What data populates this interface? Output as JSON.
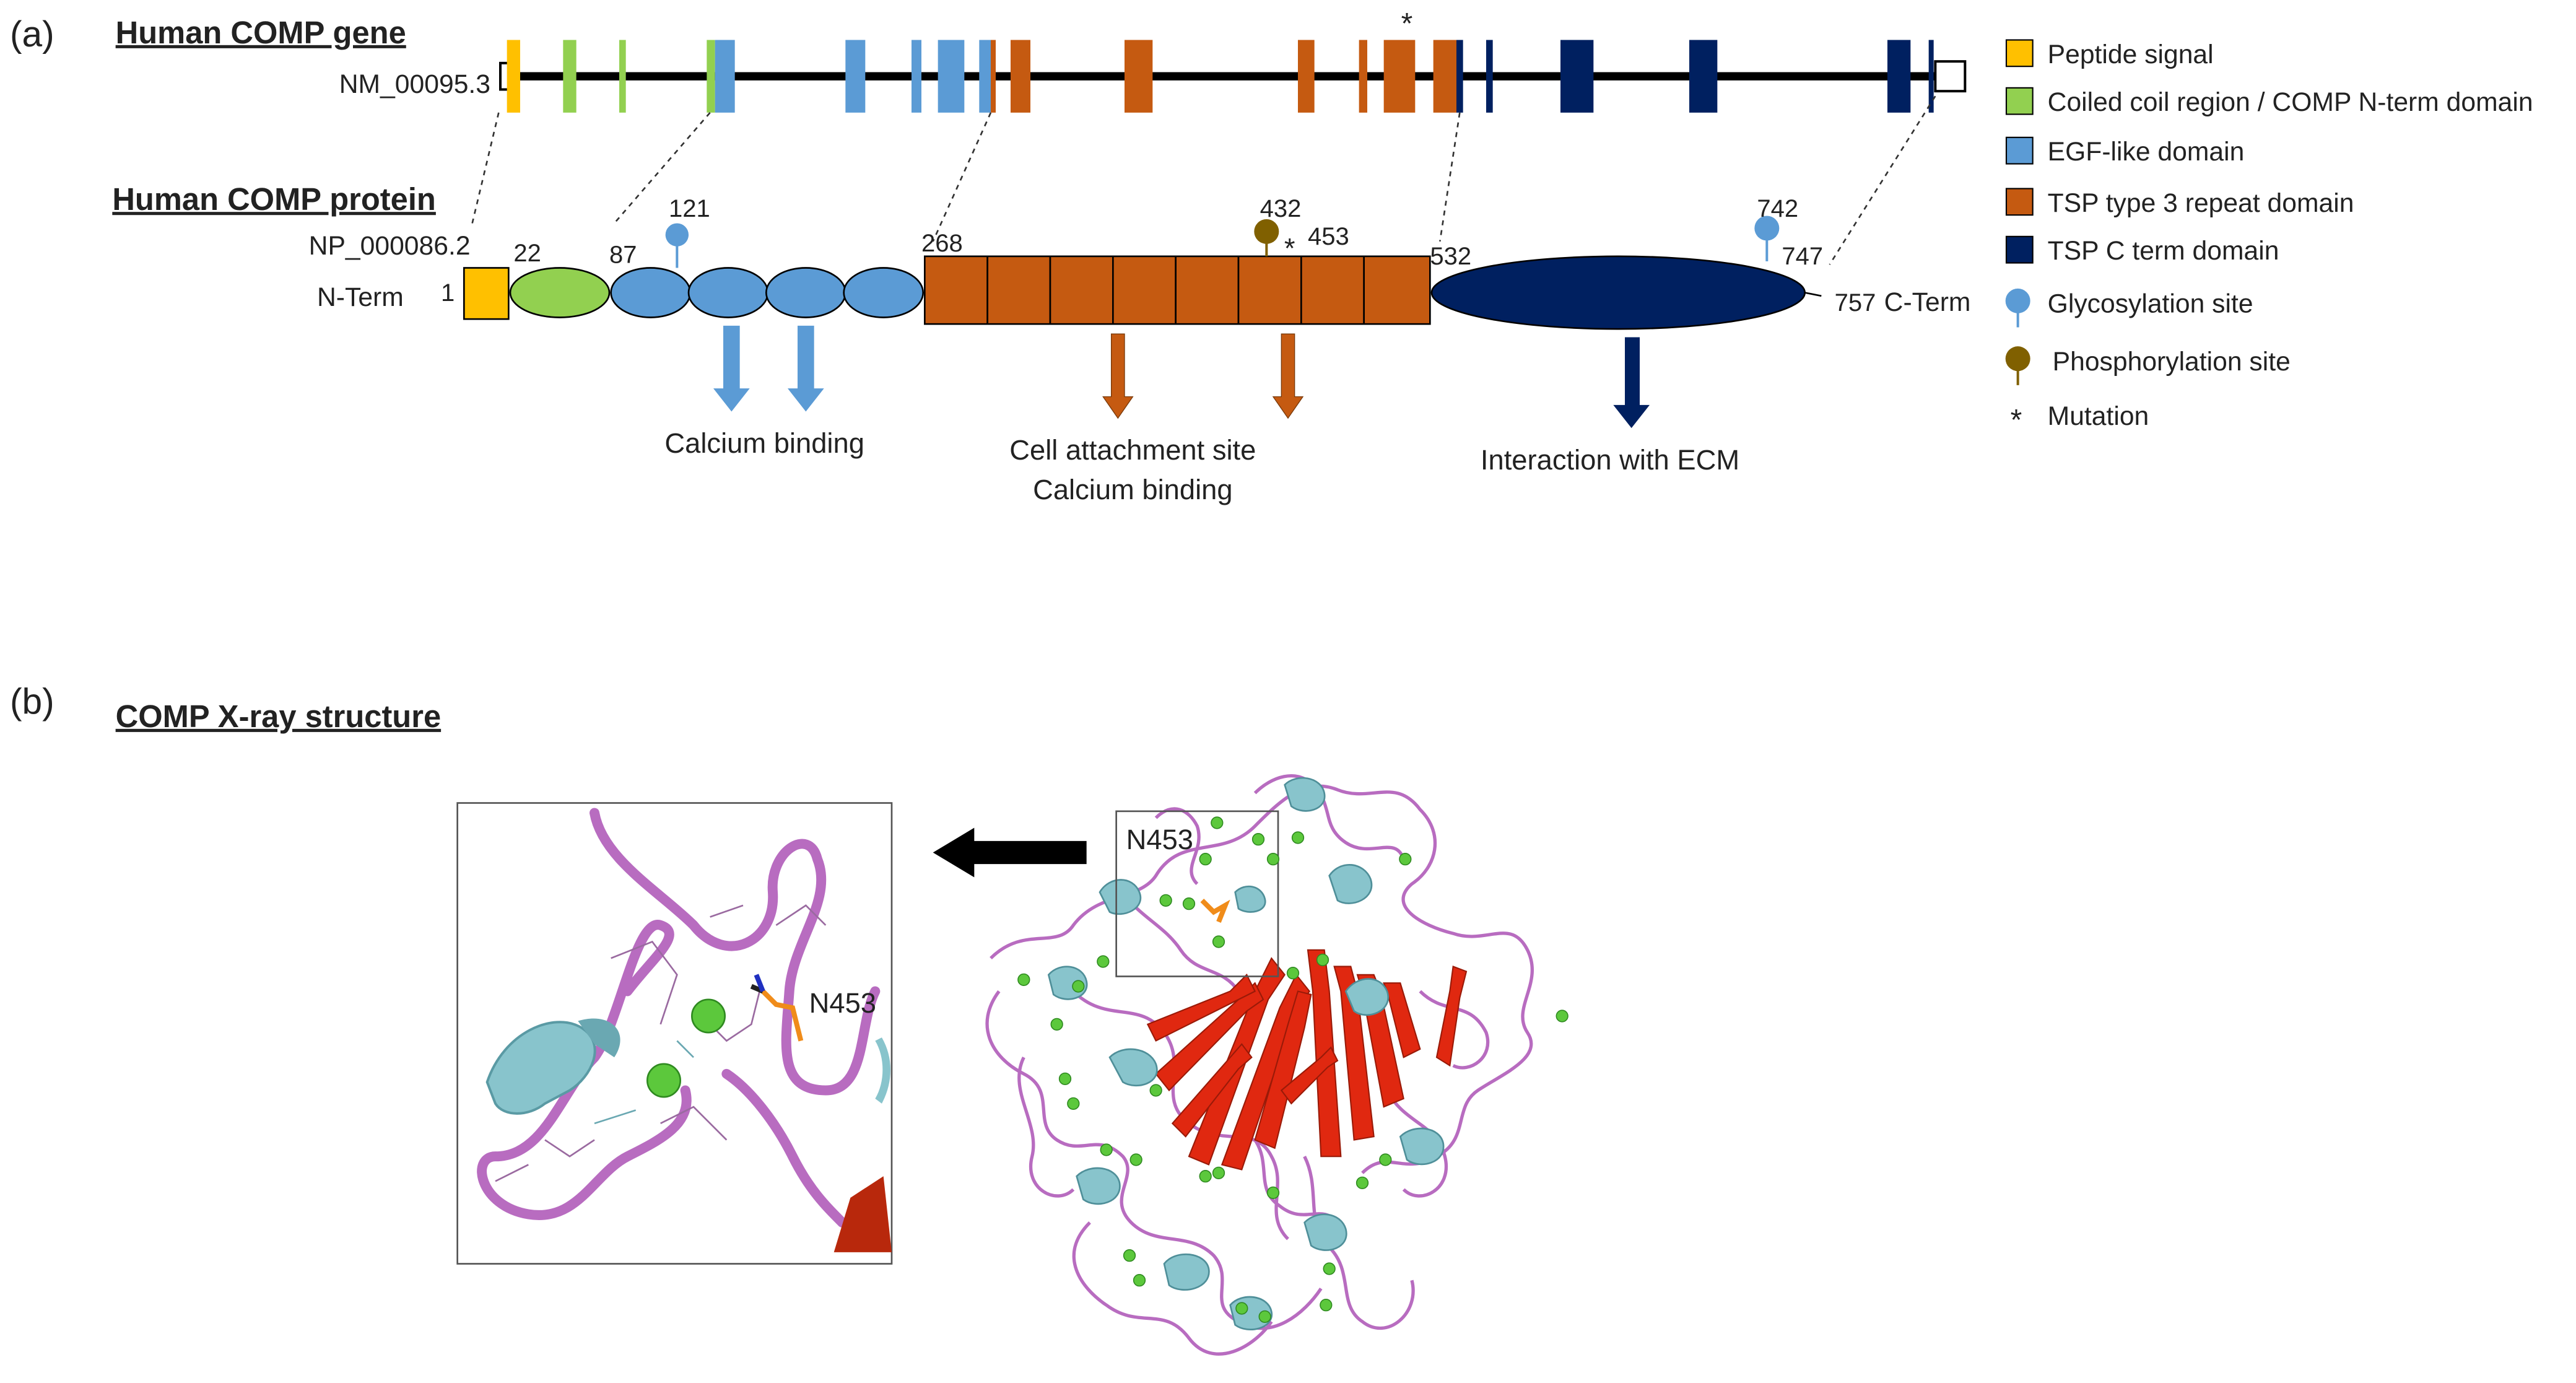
{
  "panel_a": {
    "panel_label": "(a)",
    "gene_title": "Human COMP gene",
    "gene_accession": "NM_00095.3",
    "protein_title": "Human COMP protein",
    "protein_accession": "NP_000086.2",
    "n_term_label": "N-Term",
    "c_term_label": "C-Term",
    "position_labels": {
      "p1": "1",
      "p22": "22",
      "p87": "87",
      "p121": "121",
      "p268": "268",
      "p432": "432",
      "p453": "453",
      "p532": "532",
      "p742": "742",
      "p747": "747",
      "p757": "757"
    },
    "mutation_symbol": "*",
    "annotations": {
      "calcium": "Calcium binding",
      "cell_attach_line1": "Cell attachment  site",
      "cell_attach_line2": "Calcium binding",
      "ecm": "Interaction  with ECM"
    },
    "legend": [
      {
        "label": "Peptide signal",
        "color": "#FFC000",
        "shape": "square"
      },
      {
        "label": "Coiled coil region / COMP N-term domain",
        "color": "#92D050",
        "shape": "square"
      },
      {
        "label": "EGF-like domain",
        "color": "#5B9BD5",
        "shape": "square"
      },
      {
        "label": "TSP type 3 repeat domain",
        "color": "#C55A11",
        "shape": "square"
      },
      {
        "label": "TSP C term domain",
        "color": "#002060",
        "shape": "square"
      },
      {
        "label": "Glycosylation site",
        "color": "#5B9BD5",
        "shape": "pin"
      },
      {
        "label": "Phosphorylation site",
        "color": "#806000",
        "shape": "pin"
      },
      {
        "label": "Mutation",
        "color": "#000000",
        "shape": "star"
      }
    ]
  },
  "panel_b": {
    "panel_label": "(b)",
    "title": "COMP X-ray structure",
    "residue_label": "N453",
    "inset_residue_label": "N453"
  },
  "colors": {
    "signal": "#FFC000",
    "coiled": "#92D050",
    "egf": "#5B9BD5",
    "tsp3": "#C55A11",
    "ctd": "#002060",
    "phospho": "#806000",
    "helix": "#88C4CC",
    "loop": "#B86CC0",
    "sheet": "#E02810",
    "calcium_ion": "#5CC83C"
  }
}
